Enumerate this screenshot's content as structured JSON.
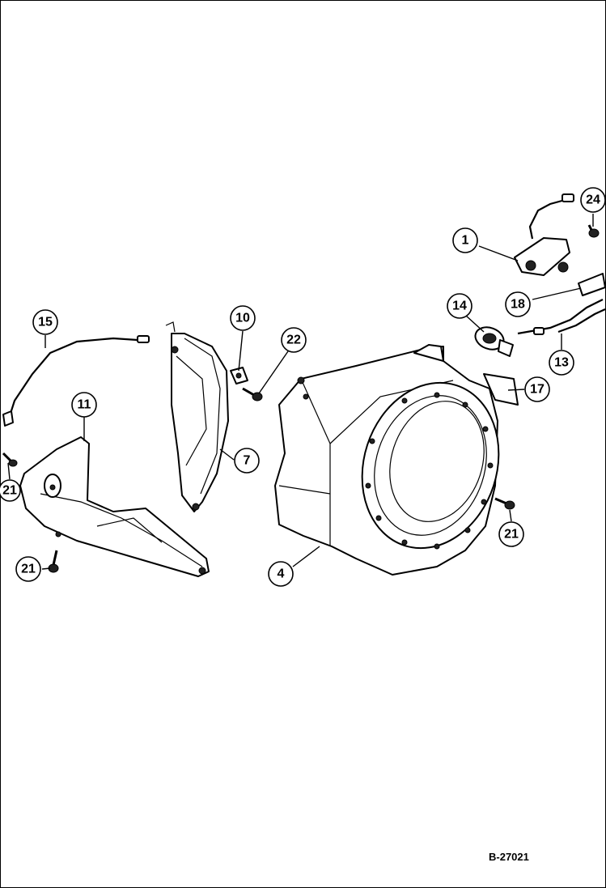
{
  "figure": {
    "id": "B-27021"
  },
  "callouts": [
    "1",
    "24",
    "18",
    "14",
    "13",
    "17",
    "21",
    "4",
    "10",
    "22",
    "7",
    "15",
    "11",
    "21",
    "21"
  ]
}
